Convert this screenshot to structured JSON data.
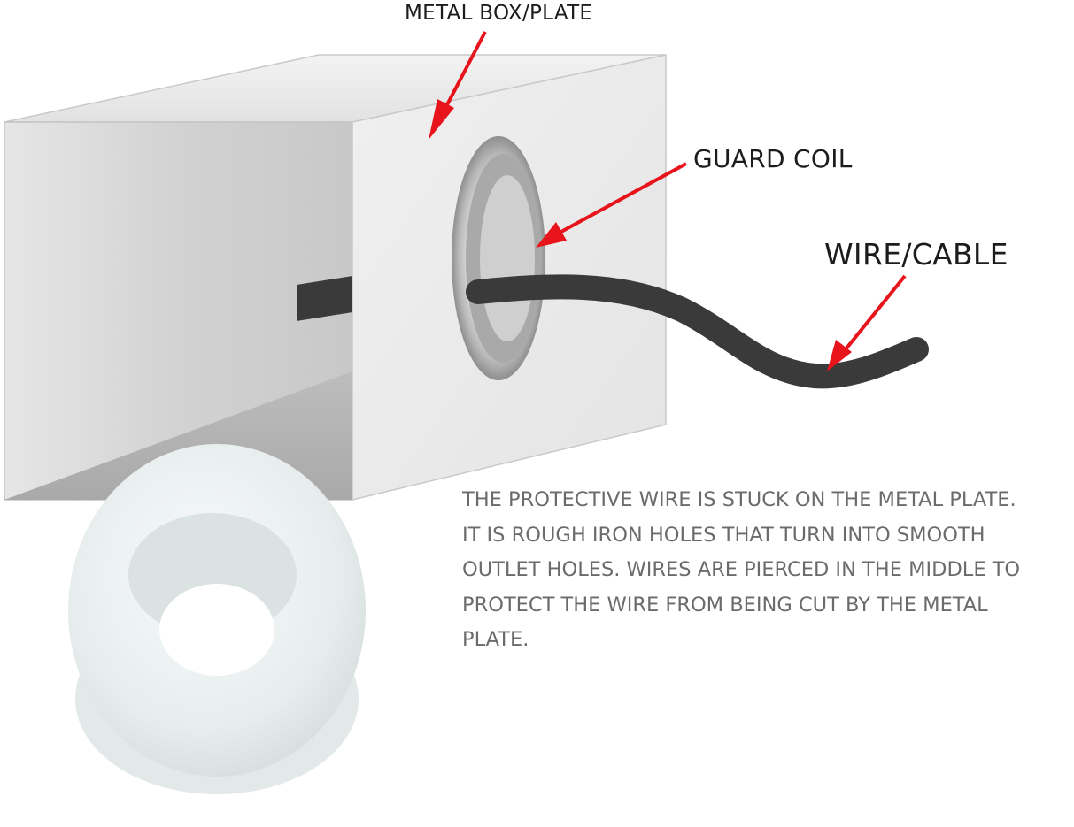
{
  "labels": {
    "metal_box": "METAL BOX/PLATE",
    "guard_coil": "GUARD COIL",
    "wire_cable": "WIRE/CABLE"
  },
  "description": {
    "lines": [
      "THE PROTECTIVE WIRE IS STUCK ON THE METAL PLATE.",
      "IT IS ROUGH IRON HOLES THAT TURN INTO SMOOTH",
      "OUTLET HOLES. WIRES ARE PIERCED IN THE MIDDLE TO",
      "PROTECT THE WIRE FROM BEING CUT BY THE METAL",
      "PLATE."
    ]
  },
  "colors": {
    "arrow": "#e8141c",
    "cable": "#3a3a3a",
    "box_front": "#ececec",
    "box_side": "#d4d4d4",
    "text": "#6b6b6b",
    "grommet": "#e9eeee"
  },
  "icons": {
    "arrow": "red-pointer-arrow"
  }
}
